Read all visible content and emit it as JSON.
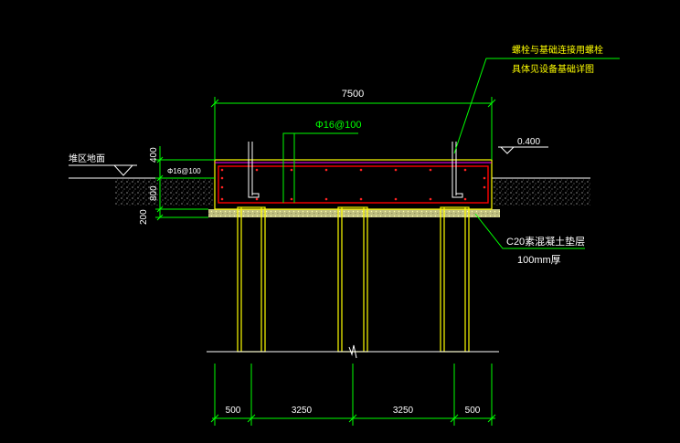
{
  "drawing": {
    "note_line1": "螺栓与基础连接用螺栓",
    "note_line2": "具体见设备基础详图",
    "ground_label": "堆区地面",
    "level_label": "0.400",
    "total_width": "7500",
    "rebar_main": "Φ16@100",
    "rebar_side": "Φ16@100",
    "dim_top": "400",
    "dim_mid": "800",
    "dim_bottom": "200",
    "cushion_label_1": "C20素混凝土垫层",
    "cushion_label_2": "100mm厚",
    "dim_bottom_1": "500",
    "dim_bottom_2": "3250",
    "dim_bottom_3": "3250",
    "dim_bottom_4": "500"
  },
  "colors": {
    "background": "#000000",
    "dimension": "#00ff00",
    "outline": "#ffff00",
    "rebar": "#ff0000",
    "stirrup": "#ff00ff",
    "fill": "#ffffff",
    "text": "#ffffff",
    "note_text": "#ffff00",
    "level_line": "#ffffff"
  }
}
